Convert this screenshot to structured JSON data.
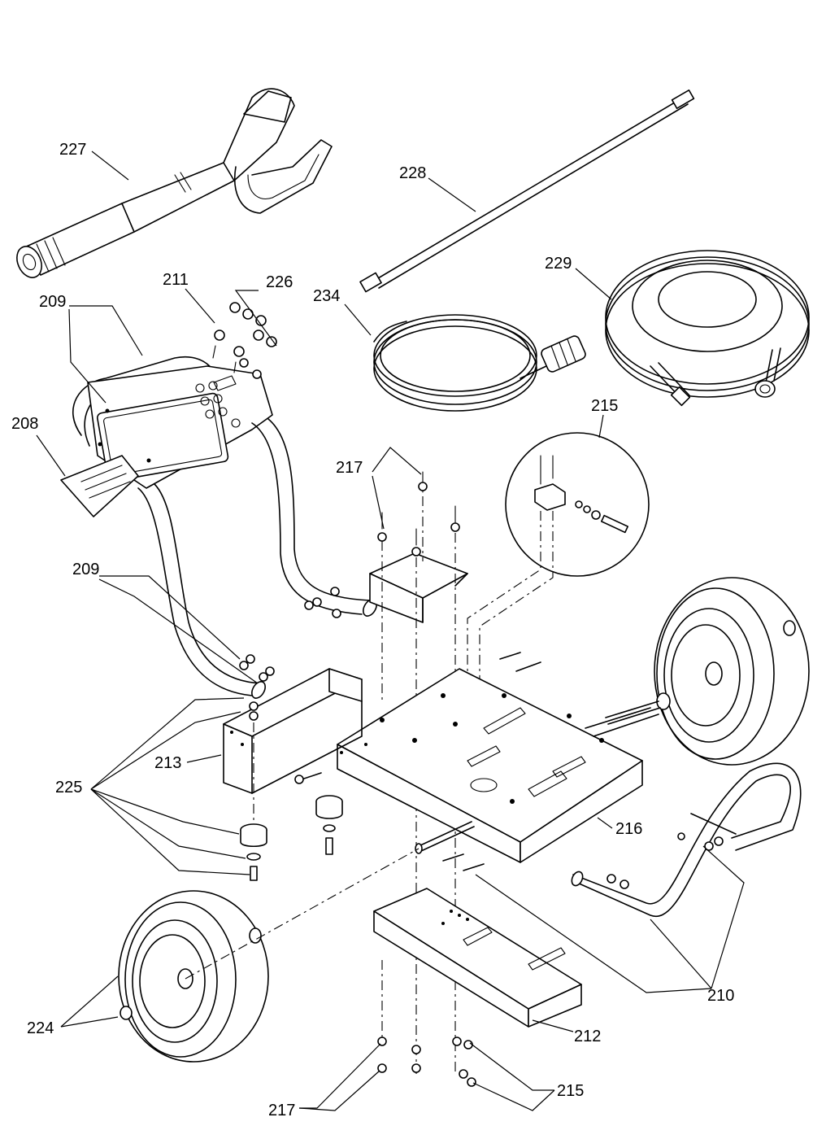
{
  "diagram": {
    "callouts": [
      {
        "id": "c227",
        "text": "227"
      },
      {
        "id": "c228",
        "text": "228"
      },
      {
        "id": "c229",
        "text": "229"
      },
      {
        "id": "c234",
        "text": "234"
      },
      {
        "id": "c211",
        "text": "211"
      },
      {
        "id": "c226",
        "text": "226"
      },
      {
        "id": "c209a",
        "text": "209"
      },
      {
        "id": "c208",
        "text": "208"
      },
      {
        "id": "c215a",
        "text": "215"
      },
      {
        "id": "c217a",
        "text": "217"
      },
      {
        "id": "c209b",
        "text": "209"
      },
      {
        "id": "c213",
        "text": "213"
      },
      {
        "id": "c225",
        "text": "225"
      },
      {
        "id": "c216",
        "text": "216"
      },
      {
        "id": "c210",
        "text": "210"
      },
      {
        "id": "c224",
        "text": "224"
      },
      {
        "id": "c212",
        "text": "212"
      },
      {
        "id": "c215b",
        "text": "215"
      },
      {
        "id": "c217b",
        "text": "217"
      }
    ]
  }
}
